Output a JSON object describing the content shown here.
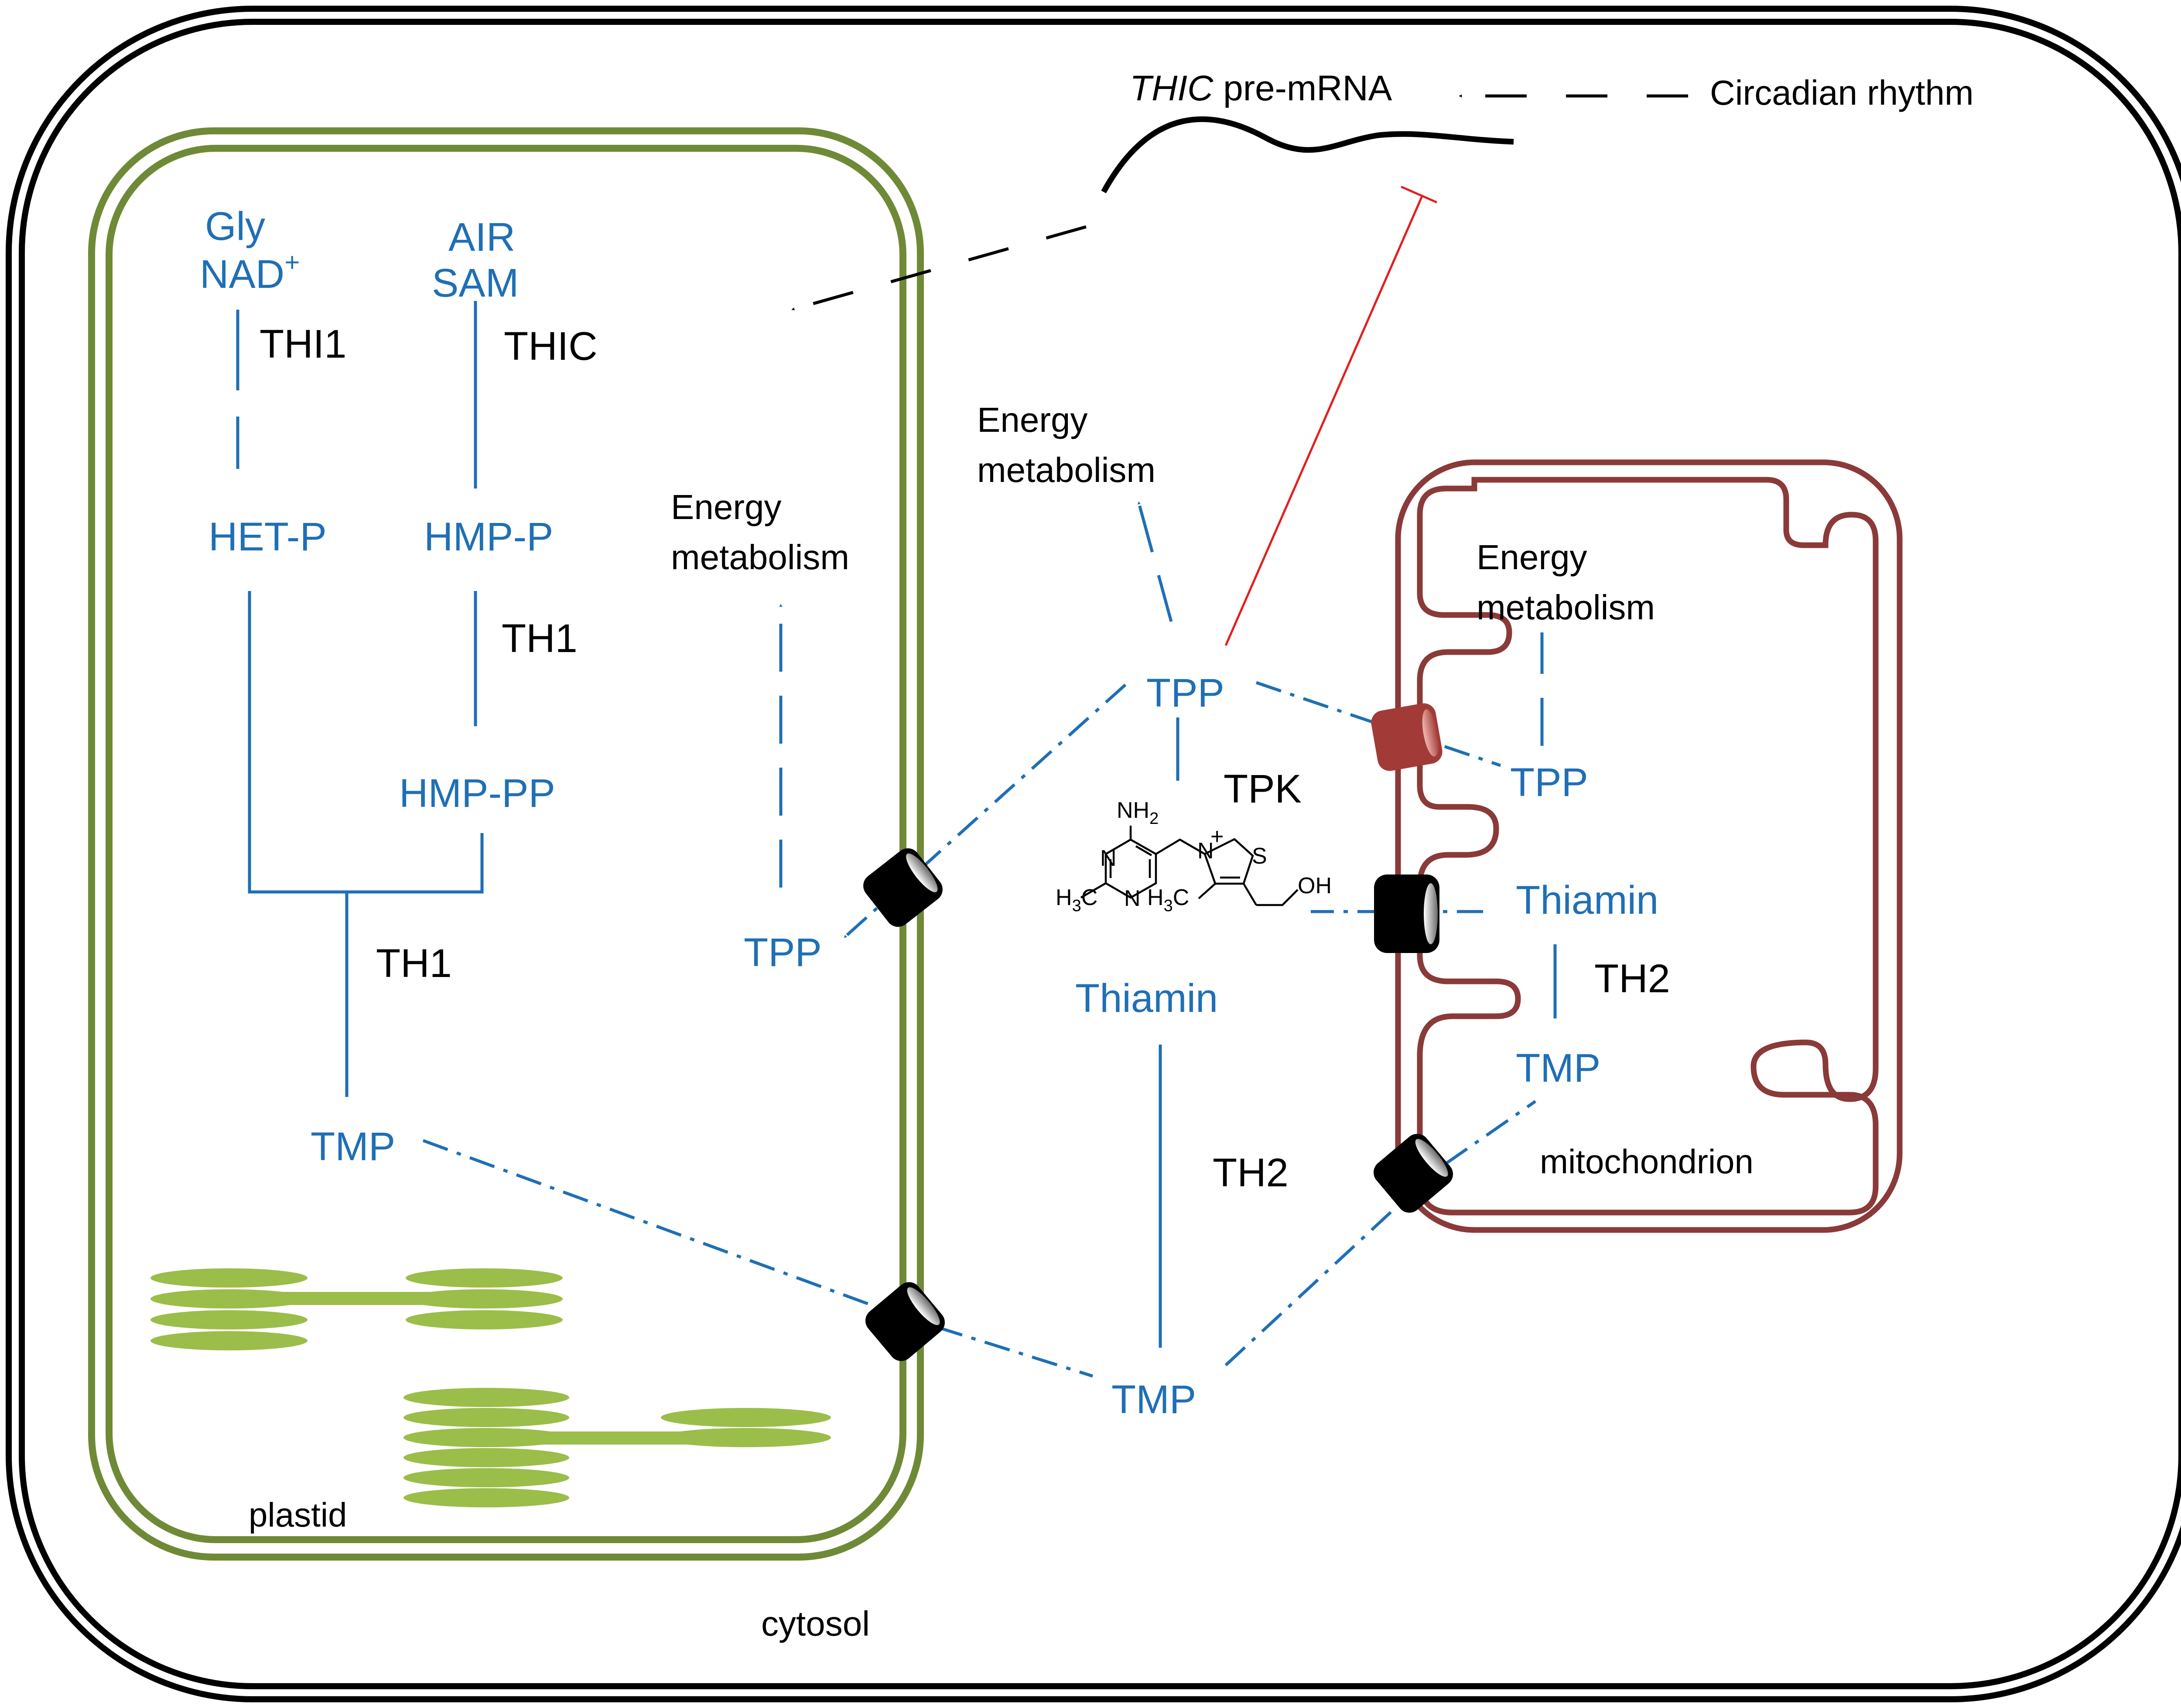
{
  "compartments": {
    "cytosol": "cytosol",
    "plastid": "plastid",
    "mitochondrion": "mitochondrion"
  },
  "regulation": {
    "pre_mrna_gene": "THIC",
    "pre_mrna_rest": " pre-mRNA",
    "circadian": "Circadian rhythm"
  },
  "plastid_pathway": {
    "gly": "Gly",
    "nad": "NAD",
    "nad_sup": "+",
    "thi1": "THI1",
    "air": "AIR",
    "sam": "SAM",
    "thic": "THIC",
    "het_p": "HET-P",
    "hmp_p": "HMP-P",
    "th1_a": "TH1",
    "hmp_pp": "HMP-PP",
    "th1_b": "TH1",
    "tmp": "TMP",
    "energy_1": "Energy",
    "energy_2": "metabolism",
    "tpp": "TPP"
  },
  "cytosol_pathway": {
    "energy_1": "Energy",
    "energy_2": "metabolism",
    "tpp": "TPP",
    "tpk": "TPK",
    "thiamin": "Thiamin",
    "th2": "TH2",
    "tmp": "TMP"
  },
  "mito_pathway": {
    "energy_1": "Energy",
    "energy_2": "metabolism",
    "tpp": "TPP",
    "thiamin": "Thiamin",
    "th2": "TH2",
    "tmp": "TMP"
  },
  "structure": {
    "nh2": "NH",
    "nh2_sub": "2",
    "n_top": "N",
    "n_bottom": "N",
    "h3c_a": "H",
    "h3c_a_sub": "3",
    "h3c_a_c": "C",
    "n_plus": "N",
    "plus": "+",
    "s": "S",
    "h3c_b": "H",
    "h3c_b_sub": "3",
    "h3c_b_c": "C",
    "oh": "OH"
  },
  "colors": {
    "metabolite": "#1f6fb5",
    "plastid_membrane": "#6f8a37",
    "thylakoid": "#9bbd4a",
    "mito_membrane": "#8a3a38",
    "inhibition": "#e21f1f",
    "transporter": "#000000",
    "mito_transporter": "#a23b37"
  }
}
